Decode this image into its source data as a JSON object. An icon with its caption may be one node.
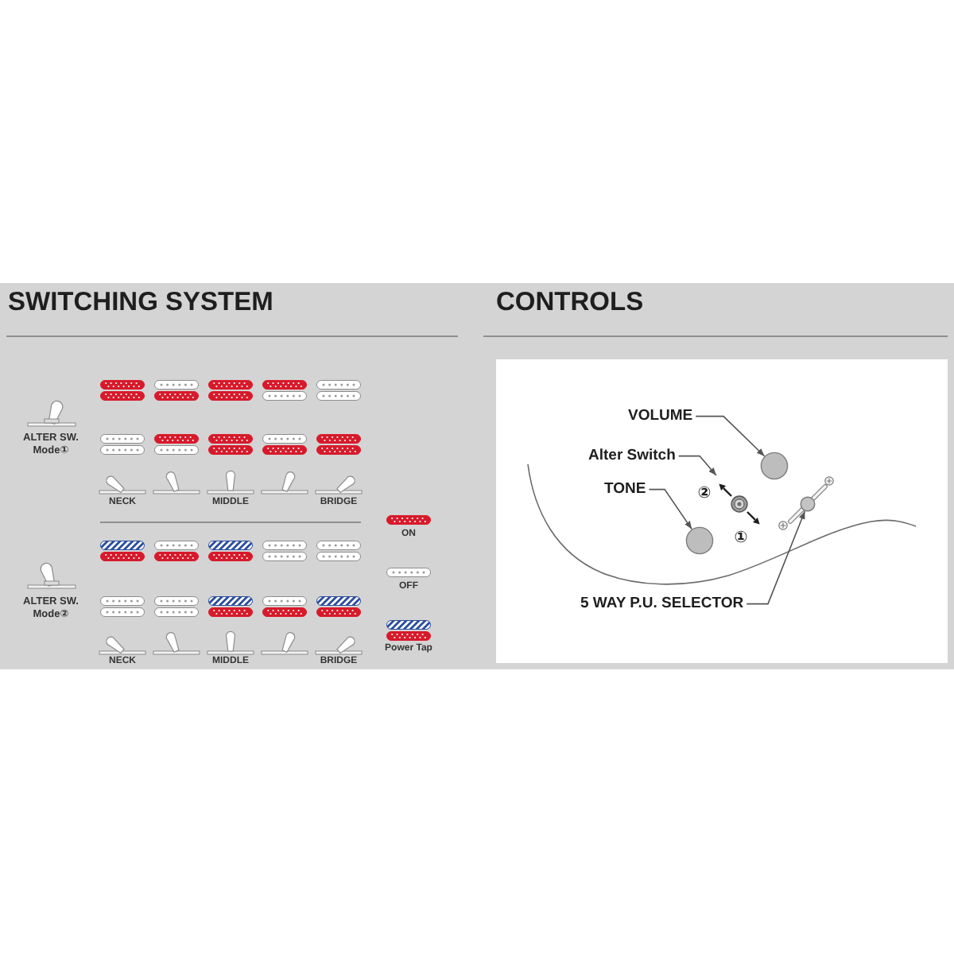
{
  "diagram": {
    "nodes": [
      {
        "text": [
          "VOLUME"
        ]
      },
      {
        "text": [],
        "shape": "circle"
      },
      {
        "text": [
          "Alter Switch"
        ]
      },
      {
        "text": [],
        "shape": "circle"
      },
      {
        "text": [
          "TONE"
        ]
      },
      {
        "text": [],
        "shape": "circle"
      },
      {
        "text": [
          "5 WAY P.U. SELECTOR"
        ]
      },
      {
        "text": [],
        "shape": "circle"
      }
    ],
    "edges": [
      {
        "from": 0,
        "to": 1,
        "arrow": "to"
      },
      {
        "from": 2,
        "to": 3,
        "arrow": "to"
      },
      {
        "from": 4,
        "to": 5,
        "arrow": "to"
      },
      {
        "from": 6,
        "to": 7,
        "arrow": "to"
      }
    ],
    "labels": [
      "SWITCHING SYSTEM",
      "ALTER SW. Mode①",
      "NECK",
      "MIDDLE",
      "BRIDGE",
      "ALTER SW. Mode②",
      "NECK",
      "MIDDLE",
      "BRIDGE",
      "CONTROLS",
      "②",
      "①"
    ],
    "legend": [
      {
        "text": "ON",
        "color": "#d71a2b"
      },
      {
        "text": "OFF",
        "color": "#ffffff"
      },
      {
        "text": "Power Tap"
      }
    ]
  }
}
